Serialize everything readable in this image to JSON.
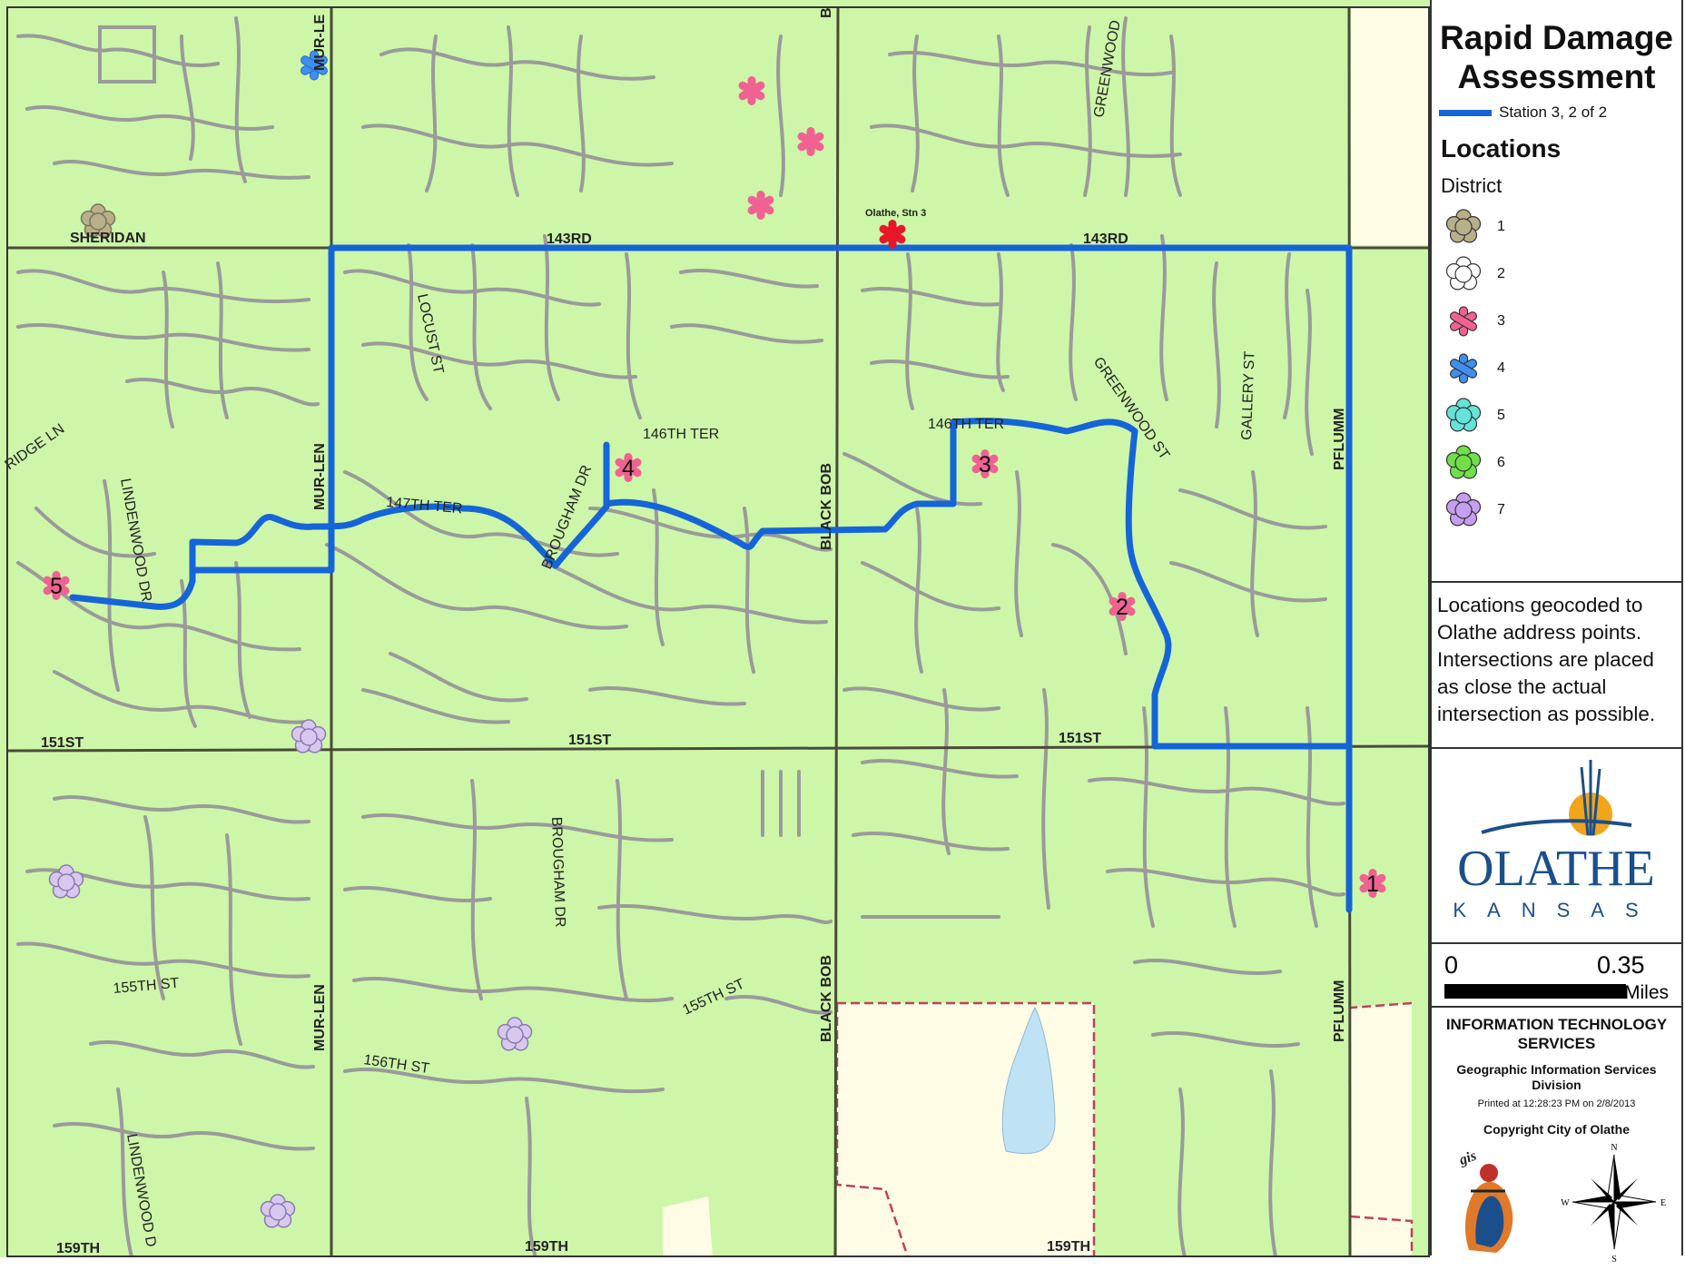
{
  "legend": {
    "title": "Rapid Damage Assessment",
    "route_label": "Station 3, 2 of 2",
    "locations_heading": "Locations",
    "district_heading": "District",
    "districts": [
      {
        "label": "1",
        "color": "#b7b089"
      },
      {
        "label": "2",
        "color": "#ffffff"
      },
      {
        "label": "3",
        "color": "#f06292"
      },
      {
        "label": "4",
        "color": "#3d8ff0"
      },
      {
        "label": "5",
        "color": "#64e3d8"
      },
      {
        "label": "6",
        "color": "#6fe04a"
      },
      {
        "label": "7",
        "color": "#c59ef0"
      }
    ],
    "note": "Locations geocoded to Olathe address points.  Intersections are placed as close the actual intersection as possible.",
    "logo_name": "OLATHE",
    "logo_state": "KANSAS",
    "scale": {
      "min": "0",
      "max": "0.35",
      "unit": "Miles"
    },
    "its_title": "INFORMATION TECHNOLOGY SERVICES",
    "its_division": "Geographic Information Services Division",
    "printed": "Printed at 12:28:23 PM on 2/8/2013",
    "copyright": "Copyright City of Olathe",
    "gis_mark": "gis",
    "compass": {
      "n": "N",
      "s": "S",
      "e": "E",
      "w": "W"
    }
  },
  "map": {
    "streets": [
      {
        "id": "sheridan",
        "text": "SHERIDAN"
      },
      {
        "id": "143rd-w",
        "text": "143RD"
      },
      {
        "id": "143rd-e",
        "text": "143RD"
      },
      {
        "id": "station-label",
        "text": "Olathe, Stn 3"
      },
      {
        "id": "mur-len-top",
        "text": "MUR-LE"
      },
      {
        "id": "mur-len-mid",
        "text": "MUR-LEN"
      },
      {
        "id": "mur-len-bot",
        "text": "MUR-LEN"
      },
      {
        "id": "locust",
        "text": "LOCUST ST"
      },
      {
        "id": "ridge-ln",
        "text": "RIDGE LN"
      },
      {
        "id": "lindenwood-1",
        "text": "LINDENWOOD DR"
      },
      {
        "id": "lindenwood-2",
        "text": "LINDENWOOD D"
      },
      {
        "id": "147th-ter",
        "text": "147TH TER"
      },
      {
        "id": "brougham-1",
        "text": "BROUGHAM DR"
      },
      {
        "id": "brougham-2",
        "text": "BROUGHAM DR"
      },
      {
        "id": "146th-ter-w",
        "text": "146TH TER"
      },
      {
        "id": "146th-ter-e",
        "text": "146TH TER"
      },
      {
        "id": "black-bob-1",
        "text": "BLACK BOB"
      },
      {
        "id": "black-bob-2",
        "text": "BLACK BOB"
      },
      {
        "id": "black-bob-top",
        "text": "B"
      },
      {
        "id": "greenwood-top",
        "text": "GREENWOOD"
      },
      {
        "id": "greenwood-st",
        "text": "GREENWOOD ST"
      },
      {
        "id": "gallery-st",
        "text": "GALLERY ST"
      },
      {
        "id": "pflumm-1",
        "text": "PFLUMM"
      },
      {
        "id": "pflumm-2",
        "text": "PFLUMM"
      },
      {
        "id": "151st-w",
        "text": "151ST"
      },
      {
        "id": "151st-m",
        "text": "151ST"
      },
      {
        "id": "151st-e",
        "text": "151ST"
      },
      {
        "id": "155th-w",
        "text": "155TH ST"
      },
      {
        "id": "155th-e",
        "text": "155TH ST"
      },
      {
        "id": "156th",
        "text": "156TH ST"
      },
      {
        "id": "159th-w",
        "text": "159TH"
      },
      {
        "id": "159th-m",
        "text": "159TH"
      },
      {
        "id": "159th-e",
        "text": "159TH"
      }
    ],
    "stops": [
      "1",
      "2",
      "3",
      "4",
      "5"
    ],
    "colors": {
      "land": "#cdf6a9",
      "park": "#fffce6",
      "street": "#9a9a9a",
      "arterial": "#4a4a38",
      "route": "#1565d8",
      "water": "#bfe3f5",
      "boundary": "#c0405a"
    }
  }
}
